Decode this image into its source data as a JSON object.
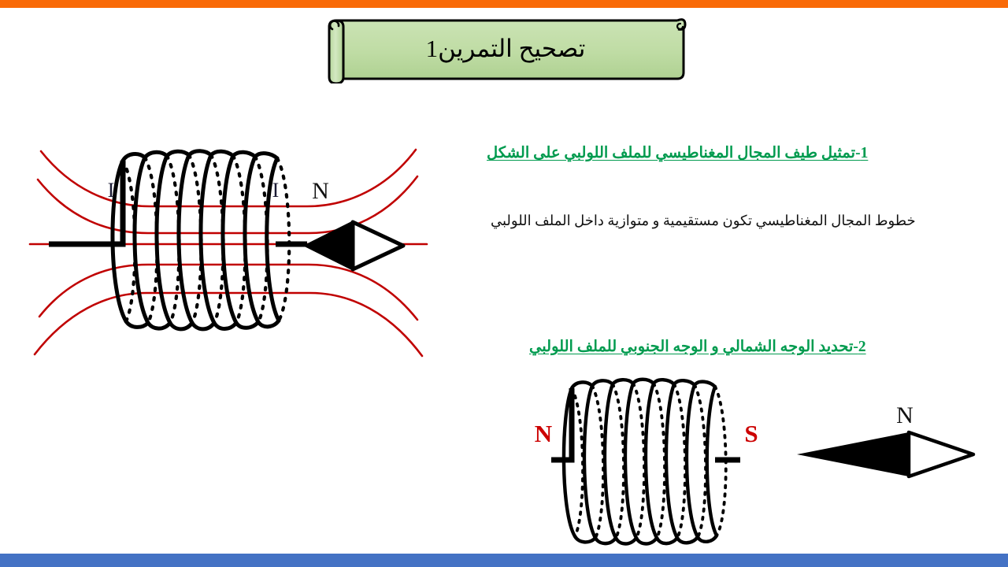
{
  "slide": {
    "title": "تصحيح التمرين1",
    "top_bar_color": "#F96A07",
    "bottom_bar_color": "#4472C4",
    "banner_fill_color": "#BCD9A0",
    "banner_border_color": "#000000",
    "heading_color": "#009B4F",
    "body_text_color": "#111111",
    "field_line_color": "#C00000",
    "coil_color": "#000000",
    "pole_label_color": "#CC0000"
  },
  "content": {
    "heading_1": "1-تمثيل طيف المجال المغناطيسي للملف اللولبي على الشكل",
    "body_1": "خطوط المجال المغناطيسي تكون مستقيمية و متوازية داخل الملف اللولبي",
    "heading_2": "2-تحديد الوجه الشمالي و الوجه الجنوبي للملف اللولبي"
  },
  "figure_main": {
    "name": "magnetic-field-spectrum-solenoid",
    "current_label_left": "I",
    "current_label_right": "I",
    "compass_north_label": "N",
    "turns": 8,
    "field_lines": 5
  },
  "figure_poles": {
    "name": "solenoid-poles-diagram",
    "north_label": "N",
    "south_label": "S",
    "compass_north_label": "N",
    "turns": 8
  }
}
